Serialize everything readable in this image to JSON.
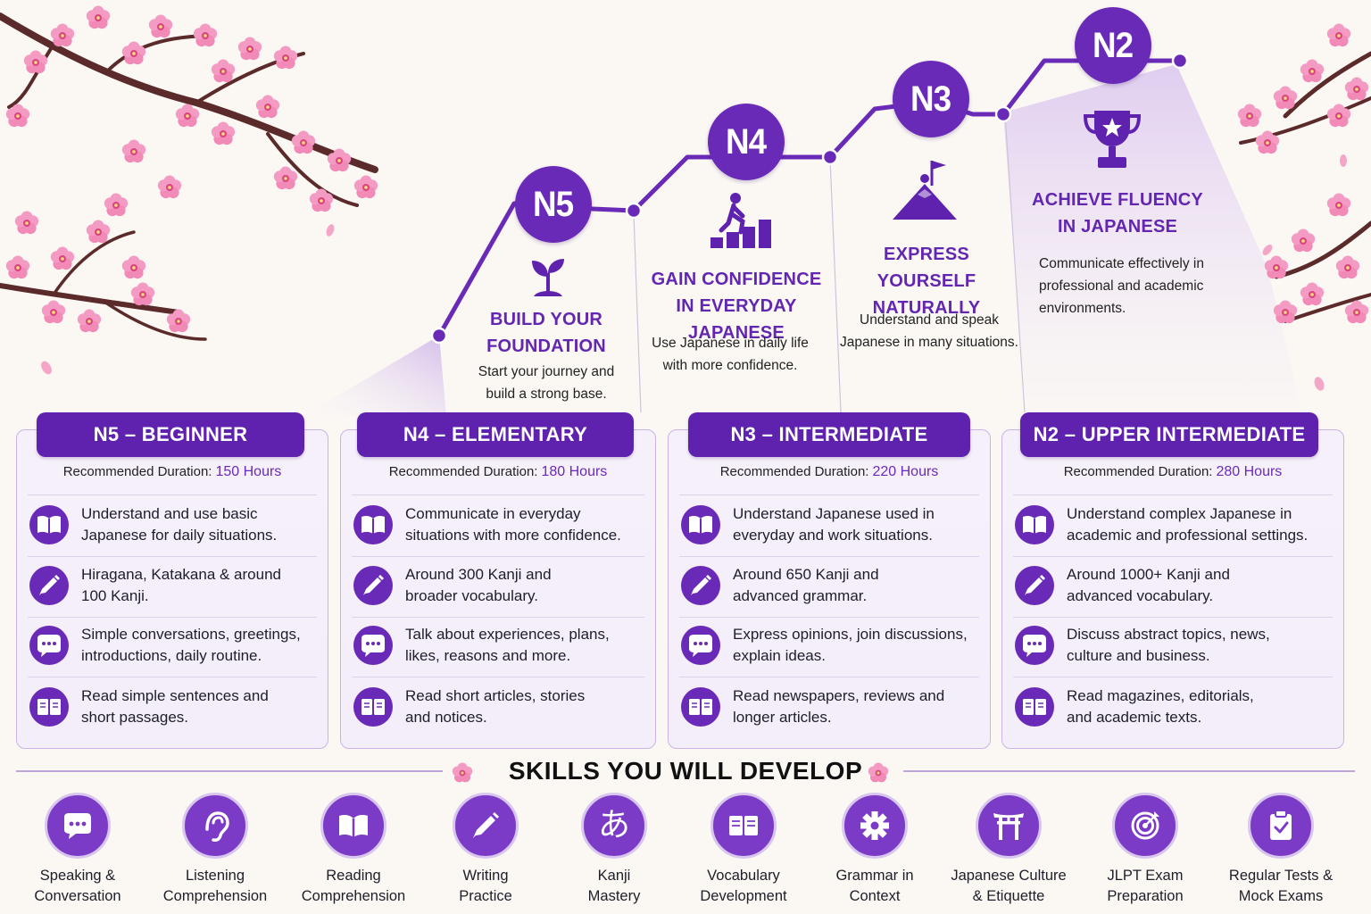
{
  "levels": [
    {
      "badge": "N5",
      "goal_title_line1": "BUILD YOUR",
      "goal_title_line2": "FOUNDATION",
      "goal_desc_line1": "Start your journey and",
      "goal_desc_line2": "build a strong base.",
      "goal_icon": "sprout-icon",
      "card_title": "N5 – BEGINNER",
      "duration_label": "Recommended Duration:",
      "duration_value": "150 Hours",
      "items": [
        {
          "icon": "book-icon",
          "line1": "Understand and use basic",
          "line2": "Japanese for daily situations."
        },
        {
          "icon": "pencil-icon",
          "line1": "Hiragana, Katakana & around",
          "line2": "100 Kanji."
        },
        {
          "icon": "chat-icon",
          "line1": "Simple conversations, greetings,",
          "line2": "introductions, daily routine."
        },
        {
          "icon": "open-book-icon",
          "line1": "Read simple sentences and",
          "line2": "short passages."
        }
      ]
    },
    {
      "badge": "N4",
      "goal_title_line1": "GAIN CONFIDENCE",
      "goal_title_line2": "IN EVERYDAY JAPANESE",
      "goal_desc_line1": "Use Japanese in daily life",
      "goal_desc_line2": "with more confidence.",
      "goal_icon": "climbing-steps-icon",
      "card_title": "N4 – ELEMENTARY",
      "duration_label": "Recommended Duration:",
      "duration_value": "180 Hours",
      "items": [
        {
          "icon": "book-icon",
          "line1": "Communicate in everyday",
          "line2": "situations with more confidence."
        },
        {
          "icon": "pencil-icon",
          "line1": "Around 300 Kanji and",
          "line2": "broader vocabulary."
        },
        {
          "icon": "chat-icon",
          "line1": "Talk about experiences, plans,",
          "line2": "likes, reasons and more."
        },
        {
          "icon": "open-book-icon",
          "line1": "Read short articles, stories",
          "line2": "and notices."
        }
      ]
    },
    {
      "badge": "N3",
      "goal_title_line1": "EXPRESS YOURSELF",
      "goal_title_line2": "NATURALLY",
      "goal_desc_line1": "Understand and speak",
      "goal_desc_line2": "Japanese in many situations.",
      "goal_icon": "mountain-flag-icon",
      "card_title": "N3 – INTERMEDIATE",
      "duration_label": "Recommended Duration:",
      "duration_value": "220 Hours",
      "items": [
        {
          "icon": "book-icon",
          "line1": "Understand Japanese used in",
          "line2": "everyday and work situations."
        },
        {
          "icon": "pencil-icon",
          "line1": "Around 650 Kanji and",
          "line2": "advanced grammar."
        },
        {
          "icon": "chat-icon",
          "line1": "Express opinions, join discussions,",
          "line2": "explain ideas."
        },
        {
          "icon": "open-book-icon",
          "line1": "Read newspapers, reviews and",
          "line2": "longer articles."
        }
      ]
    },
    {
      "badge": "N2",
      "goal_title_line1": "ACHIEVE FLUENCY",
      "goal_title_line2": "IN JAPANESE",
      "goal_desc_line1": "Communicate effectively in",
      "goal_desc_line2": "professional and academic",
      "goal_desc_line3": "environments.",
      "goal_icon": "trophy-icon",
      "card_title": "N2 – UPPER INTERMEDIATE",
      "duration_label": "Recommended Duration:",
      "duration_value": "280 Hours",
      "items": [
        {
          "icon": "book-icon",
          "line1": "Understand complex Japanese in",
          "line2": "academic and professional settings."
        },
        {
          "icon": "pencil-icon",
          "line1": "Around 1000+ Kanji and",
          "line2": "advanced vocabulary."
        },
        {
          "icon": "chat-icon",
          "line1": "Discuss abstract topics, news,",
          "line2": "culture and business."
        },
        {
          "icon": "open-book-icon",
          "line1": "Read magazines, editorials,",
          "line2": "and academic texts."
        }
      ]
    }
  ],
  "skills_title": "SKILLS YOU WILL DEVELOP",
  "skills": [
    {
      "icon": "speech-bubble-icon",
      "label": "Speaking &\nConversation"
    },
    {
      "icon": "ear-icon",
      "label": "Listening\nComprehension"
    },
    {
      "icon": "book-icon",
      "label": "Reading\nComprehension"
    },
    {
      "icon": "pencil-icon",
      "label": "Writing\nPractice"
    },
    {
      "icon": "kana-a-icon",
      "label": "Kanji\nMastery",
      "glyph": "あ"
    },
    {
      "icon": "open-book-icon",
      "label": "Vocabulary\nDevelopment"
    },
    {
      "icon": "gear-icon",
      "label": "Grammar in\nContext"
    },
    {
      "icon": "torii-gate-icon",
      "label": "Japanese Culture\n& Etiquette"
    },
    {
      "icon": "target-icon",
      "label": "JLPT Exam\nPreparation"
    },
    {
      "icon": "clipboard-check-icon",
      "label": "Regular Tests &\nMock Exams"
    }
  ],
  "colors": {
    "primary": "#6a2ab8",
    "header": "#5f22ae",
    "accent_text": "#6326b0",
    "blossom": "#f27fb0",
    "branch": "#5b2a2a",
    "background": "#fbf8f4"
  }
}
